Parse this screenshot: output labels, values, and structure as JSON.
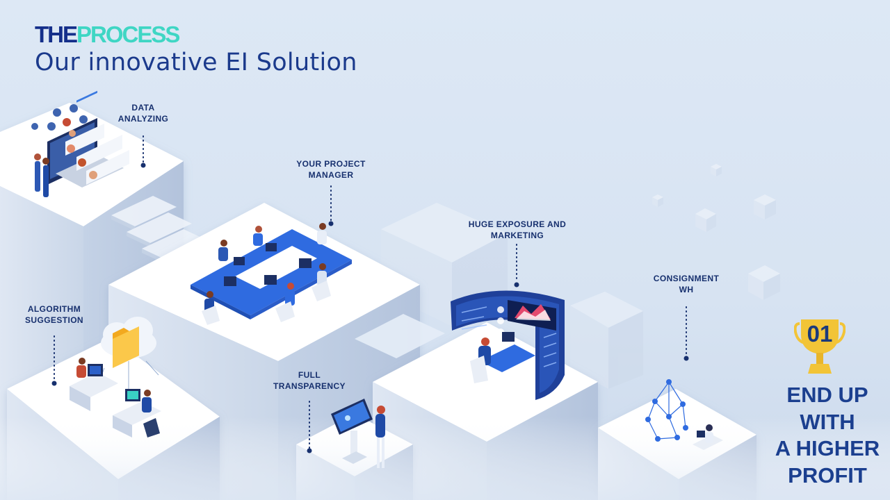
{
  "header": {
    "brand_part1": "THE",
    "brand_part2": "PROCESS",
    "subtitle": "Our innovative EI Solution"
  },
  "steps": [
    {
      "id": "data-analyzing",
      "lines": [
        "DATA",
        "ANALYZING"
      ]
    },
    {
      "id": "project-manager",
      "lines": [
        "YOUR PROJECT",
        "MANAGER"
      ]
    },
    {
      "id": "exposure-marketing",
      "lines": [
        "HUGE EXPOSURE AND",
        "MARKETING"
      ]
    },
    {
      "id": "consignment-wh",
      "lines": [
        "CONSIGNMENT",
        "WH"
      ]
    },
    {
      "id": "algorithm-suggestion",
      "lines": [
        "ALGORITHM",
        "SUGGESTION"
      ]
    },
    {
      "id": "full-transparency",
      "lines": [
        "FULL",
        "TRANSPARENCY"
      ]
    }
  ],
  "result": {
    "number": "01",
    "lines": [
      "END UP",
      "WITH",
      "A HIGHER",
      "PROFIT"
    ]
  },
  "colors": {
    "brand_dark": "#142f8a",
    "brand_accent": "#3fd6c4",
    "label": "#17306e",
    "trophy_gold": "#f2c437",
    "table_blue": "#2f6be0"
  },
  "icons": [
    "trophy-icon",
    "cloud-folder-icon",
    "network-icon",
    "dashboard-screen-icon",
    "meeting-table-icon",
    "kiosk-icon"
  ]
}
